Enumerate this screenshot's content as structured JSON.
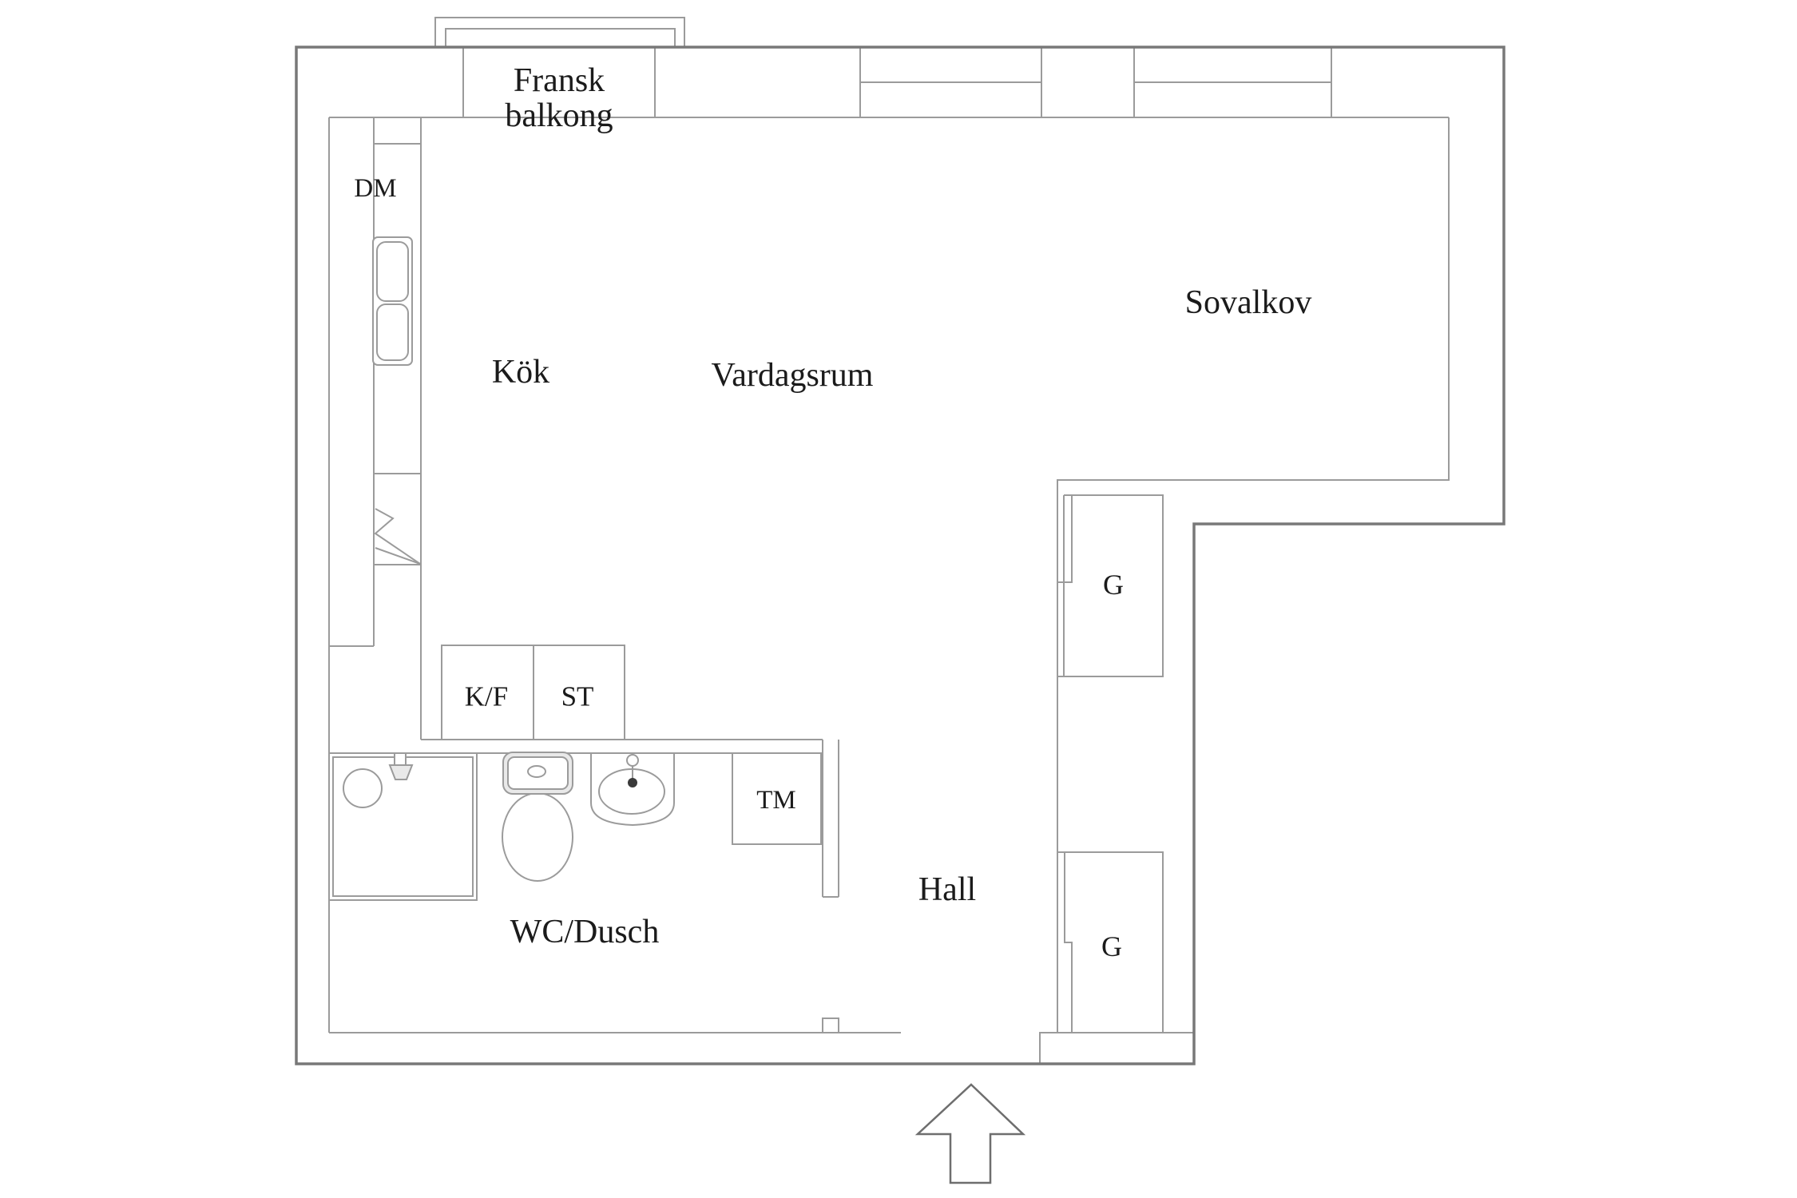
{
  "plan": {
    "title_hint": "apartment floor plan",
    "colors": {
      "background": "#ffffff",
      "outer_wall_line": "#787878",
      "inner_line": "#9b9b9b",
      "fixture_line": "#9b9b9b",
      "fixture_shade": "#e9e9e9",
      "label_text": "#1b1b1b",
      "faucet_dot": "#3a3a3a"
    },
    "labels": {
      "balcony_line1": "Fransk",
      "balcony_line2": "balkong",
      "dishwasher": "DM",
      "kitchen": "Kök",
      "living_room": "Vardagsrum",
      "sleeping_alcove": "Sovalkov",
      "fridge_freezer": "K/F",
      "storage": "ST",
      "washing_machine": "TM",
      "bathroom": "WC/Dusch",
      "hall": "Hall",
      "wardrobe_upper": "G",
      "wardrobe_lower": "G"
    }
  }
}
